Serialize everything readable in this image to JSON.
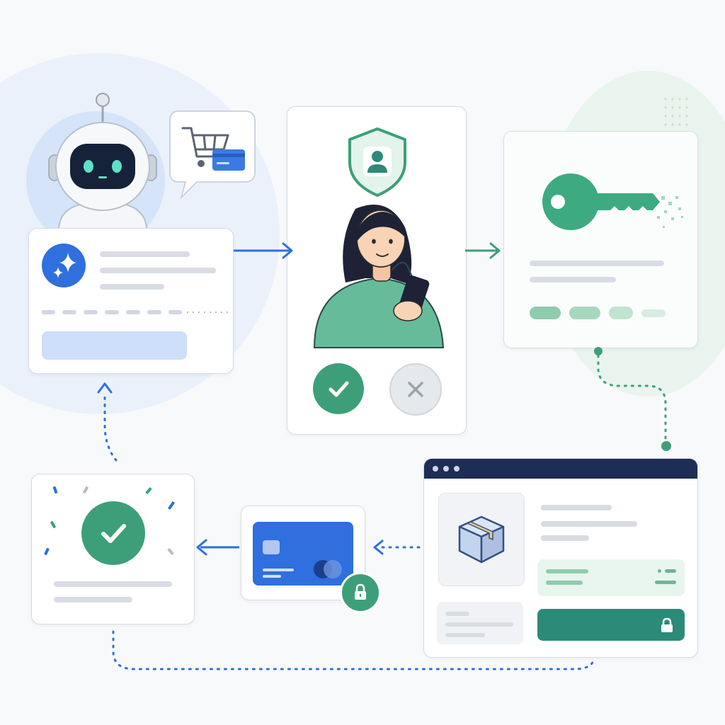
{
  "colors": {
    "background": "#f8f9fb",
    "blue_accent": "#2f6fde",
    "green_accent": "#3d9f79",
    "dark_teal": "#2c8a78",
    "navy": "#1e2d55",
    "card_border": "#d6dbe3",
    "placeholder_bar": "#d9dde3",
    "light_blue_button": "#cddffa",
    "light_green_panel": "#e8f5ee"
  },
  "steps": [
    {
      "id": "ai-agent-request",
      "icons": [
        "robot-icon",
        "shopping-cart-icon",
        "credit-card-icon",
        "sparkle-icon"
      ]
    },
    {
      "id": "user-approval",
      "icons": [
        "shield-user-icon",
        "person-with-phone-illustration",
        "approve-check-icon",
        "reject-x-icon"
      ]
    },
    {
      "id": "key-issued",
      "icons": [
        "key-icon"
      ]
    },
    {
      "id": "checkout-page",
      "icons": [
        "package-box-icon",
        "lock-icon"
      ]
    },
    {
      "id": "secure-payment",
      "icons": [
        "credit-card-icon",
        "lock-badge-icon"
      ]
    },
    {
      "id": "payment-success",
      "icons": [
        "success-check-icon",
        "confetti-icon"
      ]
    }
  ],
  "flows": [
    {
      "from": "ai-agent-request",
      "to": "user-approval",
      "style": "solid",
      "color": "blue"
    },
    {
      "from": "user-approval",
      "to": "key-issued",
      "style": "solid",
      "color": "green"
    },
    {
      "from": "key-issued",
      "to": "checkout-page",
      "style": "dotted",
      "color": "green"
    },
    {
      "from": "checkout-page",
      "to": "secure-payment",
      "style": "dotted",
      "color": "blue"
    },
    {
      "from": "secure-payment",
      "to": "payment-success",
      "style": "solid",
      "color": "blue"
    },
    {
      "from": "payment-success",
      "to": "ai-agent-request",
      "style": "dotted",
      "color": "blue"
    },
    {
      "from": "payment-success",
      "to": "checkout-page",
      "style": "dotted",
      "color": "blue"
    }
  ]
}
